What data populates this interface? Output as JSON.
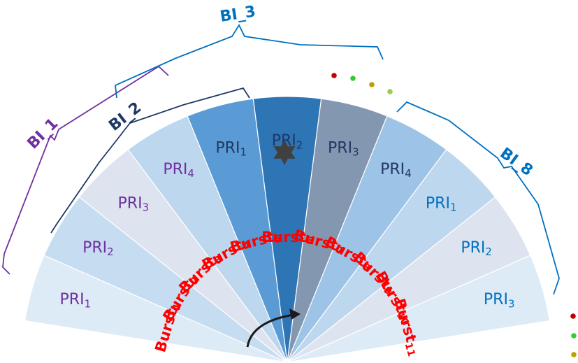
{
  "colors": {
    "bi1": "#7030a0",
    "bi2": "#1f3864",
    "bi3": "#0070c0",
    "bi8": "#0070c0",
    "burst": "#ff0000",
    "dot_red": "#c00000",
    "dot_green": "#33cc33",
    "dot_olive": "#b5a400",
    "dot_lime": "#92d050",
    "target": "#404040",
    "arrow": "#1a1a1a"
  },
  "sectors": [
    {
      "fill": "#ddebf7",
      "pri": "PRI",
      "pri_sub": "1",
      "pri_color": "#7030a0",
      "burst": "Burst",
      "burst_sub": "1"
    },
    {
      "fill": "#c6dcf1",
      "pri": "PRI",
      "pri_sub": "2",
      "pri_color": "#7030a0",
      "burst": "Burst",
      "burst_sub": "2"
    },
    {
      "fill": "#dde4ef",
      "pri": "PRI",
      "pri_sub": "3",
      "pri_color": "#7030a0",
      "burst": "Burst",
      "burst_sub": "3"
    },
    {
      "fill": "#bdd7ee",
      "pri": "PRI",
      "pri_sub": "4",
      "pri_color": "#7030a0",
      "burst": "Burst",
      "burst_sub": "4"
    },
    {
      "fill": "#5b9bd5",
      "pri": "PRI",
      "pri_sub": "1",
      "pri_color": "#1f3864",
      "burst": "Burst",
      "burst_sub": "5"
    },
    {
      "fill": "#2e75b6",
      "pri": "PRI",
      "pri_sub": "2",
      "pri_color": "#1f3864",
      "burst": "Burst",
      "burst_sub": "6"
    },
    {
      "fill": "#8497b0",
      "pri": "PRI",
      "pri_sub": "3",
      "pri_color": "#1f3864",
      "burst": "Burst",
      "burst_sub": "7"
    },
    {
      "fill": "#9dc3e6",
      "pri": "PRI",
      "pri_sub": "4",
      "pri_color": "#1f3864",
      "burst": "Burst",
      "burst_sub": "8"
    },
    {
      "fill": "#bdd7ee",
      "pri": "PRI",
      "pri_sub": "1",
      "pri_color": "#0070c0",
      "burst": "Burst",
      "burst_sub": "9"
    },
    {
      "fill": "#dde4ef",
      "pri": "PRI",
      "pri_sub": "2",
      "pri_color": "#0070c0",
      "burst": "Burst",
      "burst_sub": "10"
    },
    {
      "fill": "#ddebf7",
      "pri": "PRI",
      "pri_sub": "3",
      "pri_color": "#0070c0",
      "burst": "Burst",
      "burst_sub": "11"
    }
  ],
  "labels": {
    "bi1": "BI_1",
    "bi2": "BI_2",
    "bi3": "BI_3",
    "bi8": "BI_8"
  },
  "icons": {
    "target": "star-target-icon",
    "rotation": "rotation-arrow-icon"
  }
}
